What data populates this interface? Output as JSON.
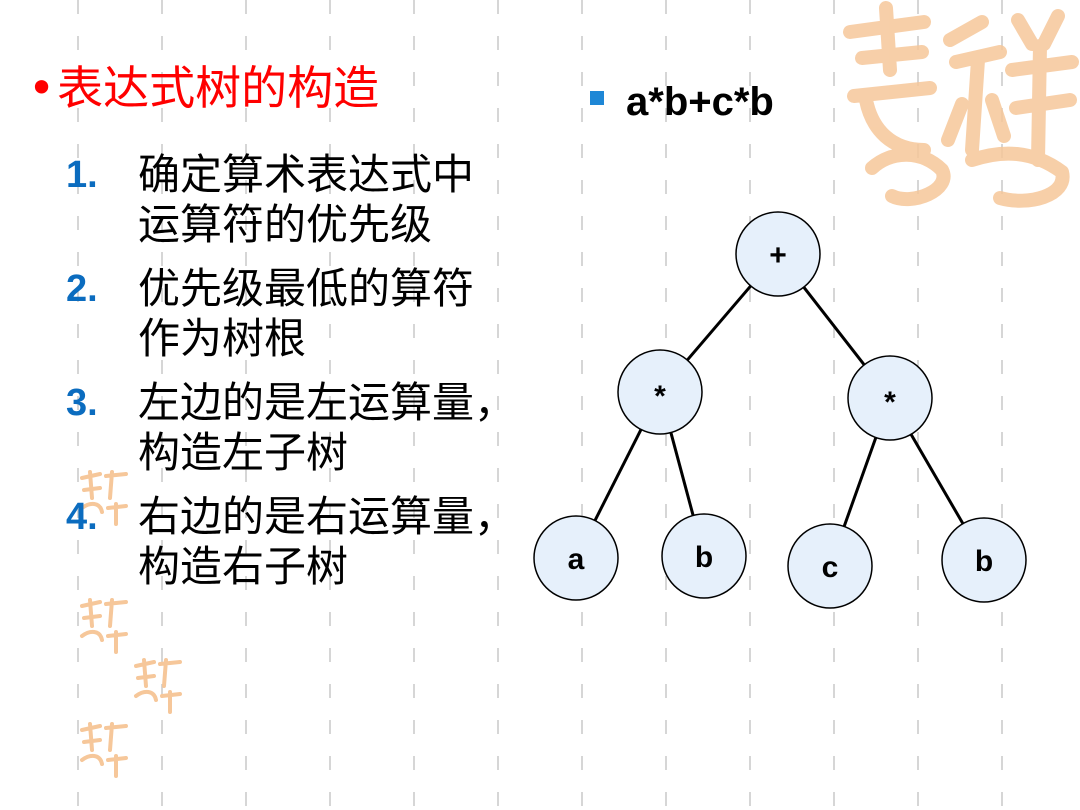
{
  "title": {
    "bullet": "•",
    "text": "表达式树的构造"
  },
  "steps": [
    {
      "num": "1.",
      "text": "确定算术表达式中\n运算符的优先级"
    },
    {
      "num": "2.",
      "text": "优先级最低的算符\n作为树根"
    },
    {
      "num": "3.",
      "text": "左边的是左运算量，\n构造左子树"
    },
    {
      "num": "4.",
      "text": "右边的是右运算量，\n构造右子树"
    }
  ],
  "expression": {
    "text": "a*b+c*b"
  },
  "tree": {
    "nodes": [
      {
        "id": "root",
        "label": "+"
      },
      {
        "id": "mul_left",
        "label": "*"
      },
      {
        "id": "mul_right",
        "label": "*"
      },
      {
        "id": "leaf_a",
        "label": "a"
      },
      {
        "id": "leaf_b1",
        "label": "b"
      },
      {
        "id": "leaf_c",
        "label": "c"
      },
      {
        "id": "leaf_b2",
        "label": "b"
      }
    ],
    "edges": [
      [
        "root",
        "mul_left"
      ],
      [
        "root",
        "mul_right"
      ],
      [
        "mul_left",
        "leaf_a"
      ],
      [
        "mul_left",
        "leaf_b1"
      ],
      [
        "mul_right",
        "leaf_c"
      ],
      [
        "mul_right",
        "leaf_b2"
      ]
    ]
  },
  "colors": {
    "title": "#ff0000",
    "step_number": "#0b6cbf",
    "node_fill": "#e6f0fb",
    "bullet": "#1e87d6",
    "seal": "#f6c79a"
  },
  "decor": {
    "seal_glyphs": "吉祥如意"
  }
}
